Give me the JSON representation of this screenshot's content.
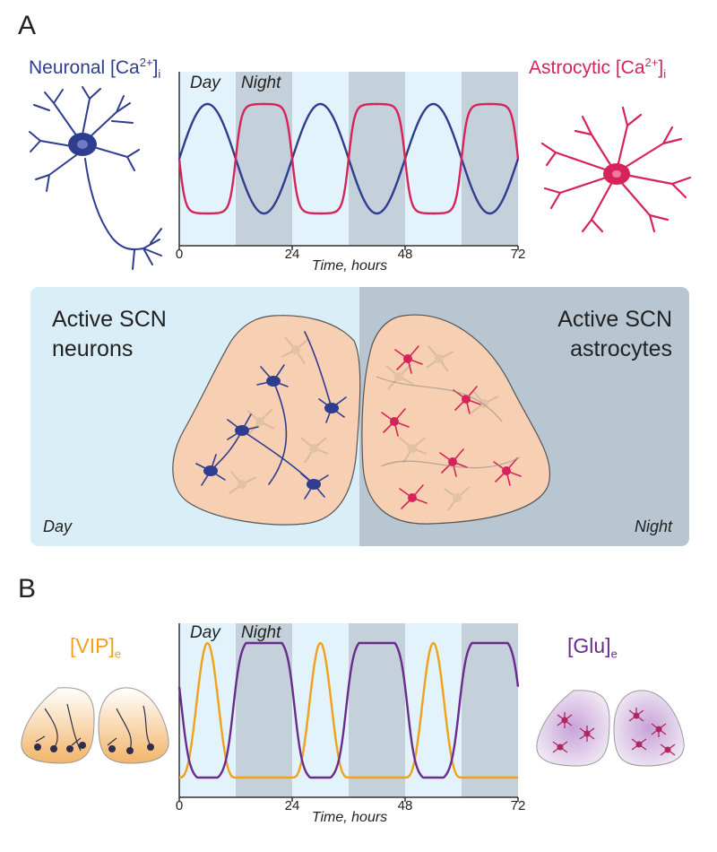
{
  "panel_a": {
    "letter": "A",
    "neuron_label": {
      "main": "Neuronal [Ca",
      "sup": "2+",
      "close": "]",
      "sub": "i"
    },
    "astro_label": {
      "main": "Astrocytic [Ca",
      "sup": "2+",
      "close": "]",
      "sub": "i"
    },
    "day_label": "Day",
    "night_label": "Night",
    "xlabel": "Time, hours",
    "scn": {
      "left_title_1": "Active SCN",
      "left_title_2": "neurons",
      "right_title_1": "Active SCN",
      "right_title_2": "astrocytes",
      "day_label": "Day",
      "night_label": "Night"
    }
  },
  "panel_b": {
    "letter": "B",
    "vip_label": {
      "main": "[VIP]",
      "sub": "e"
    },
    "glu_label": {
      "main": "[Glu]",
      "sub": "e"
    },
    "day_label": "Day",
    "night_label": "Night",
    "xlabel": "Time, hours"
  },
  "colors": {
    "neuron": "#2e3d8f",
    "astro": "#d6245a",
    "vip": "#f0a21a",
    "glu": "#6a2a8e",
    "day_bg": "#e3f3fb",
    "night_bg": "#c4d0da",
    "scn_day_bg": "#daeef8",
    "scn_night_bg": "#b7c6d1",
    "tissue": "#f7cfb3"
  },
  "chart_data": [
    {
      "type": "line",
      "x_ticks": [
        0,
        24,
        48,
        72
      ],
      "xlabel": "Time, hours",
      "xlim": [
        0,
        72
      ],
      "night_intervals": [
        [
          12,
          24
        ],
        [
          36,
          48
        ],
        [
          60,
          72
        ]
      ],
      "series": [
        {
          "name": "Neuronal [Ca2+]i",
          "color": "#2e3d8f",
          "peak_times": [
            6,
            30,
            54
          ],
          "shape": "sinusoid, peaks during day"
        },
        {
          "name": "Astrocytic [Ca2+]i",
          "color": "#d6245a",
          "peak_times": [
            18,
            42,
            66
          ],
          "shape": "flattened plateau, peaks during night"
        }
      ]
    },
    {
      "type": "line",
      "x_ticks": [
        0,
        24,
        48,
        72
      ],
      "xlabel": "Time, hours",
      "xlim": [
        0,
        72
      ],
      "night_intervals": [
        [
          12,
          24
        ],
        [
          36,
          48
        ],
        [
          60,
          72
        ]
      ],
      "series": [
        {
          "name": "[VIP]e",
          "color": "#f0a21a",
          "peak_times": [
            6,
            30,
            54
          ],
          "shape": "narrow peaks during day"
        },
        {
          "name": "[Glu]e",
          "color": "#6a2a8e",
          "peak_times": [
            18,
            42,
            66
          ],
          "shape": "broad plateau during night"
        }
      ]
    }
  ]
}
